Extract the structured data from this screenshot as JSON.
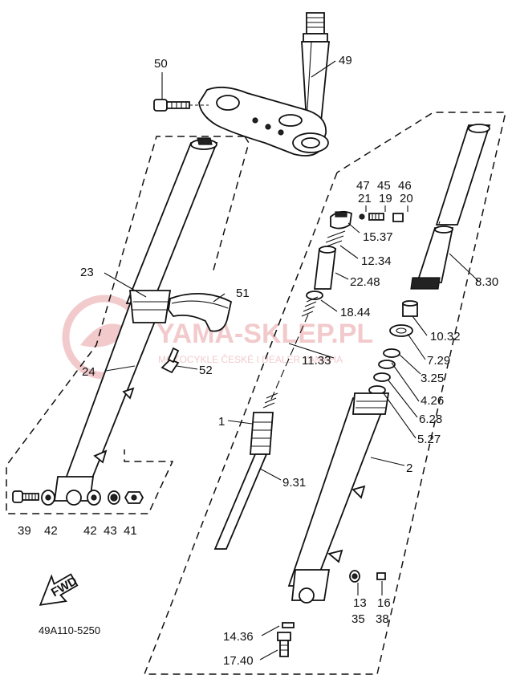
{
  "diagram_code": "49A110-5250",
  "watermark": {
    "title": "YAMA-SKLEP.PL",
    "subtitle": "MOTOCYKLE ČESKÉ I DEALER YAMAHA"
  },
  "front_arrow": "FWD",
  "callouts": {
    "c50": "50",
    "c49": "49",
    "c23": "23",
    "c51": "51",
    "c24": "24",
    "c52": "52",
    "c39": "39",
    "c42a": "42",
    "c42b": "42",
    "c43": "43",
    "c41": "41",
    "c47": "47",
    "c21": "21",
    "c45": "45",
    "c19": "19",
    "c46": "46",
    "c20": "20",
    "c1537": "15.37",
    "c1234": "12.34",
    "c2248": "22.48",
    "c1844": "18.44",
    "c1133": "11.33",
    "c1": "1",
    "c931": "9.31",
    "c830": "8.30",
    "c1032": "10.32",
    "c729": "7.29",
    "c325": "3.25",
    "c426": "4.26",
    "c628": "6.28",
    "c527": "5.27",
    "c2": "2",
    "c13": "13",
    "c35": "35",
    "c16": "16",
    "c38": "38",
    "c1436": "14.36",
    "c1740": "17.40"
  },
  "colors": {
    "ink": "#111111",
    "background": "#ffffff",
    "watermark": "#e8a0a4"
  }
}
